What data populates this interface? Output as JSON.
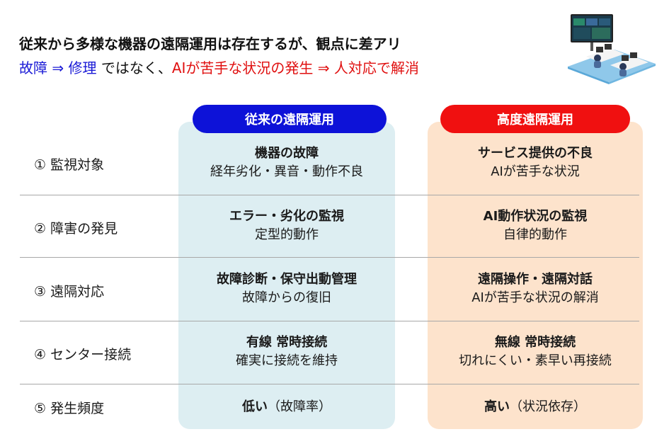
{
  "header": {
    "title_line1": "従来から多様な機器の遠隔運用は存在するが、観点に差アリ",
    "line2_a": "故障 ⇒ 修理",
    "line2_b": " ではなく、",
    "line2_c": "AIが苦手な状況の発生 ⇒ 人対応で解消"
  },
  "columns": {
    "left_title": "従来の遠隔運用",
    "right_title": "高度遠隔運用"
  },
  "rows": [
    {
      "label": "① 監視対象",
      "left_bold": "機器の故障",
      "left_sub": "経年劣化・異音・動作不良",
      "right_bold": "サービス提供の不良",
      "right_sub": "AIが苦手な状況"
    },
    {
      "label": "② 障害の発見",
      "left_bold": "エラー・劣化の監視",
      "left_sub": "定型的動作",
      "right_bold": "AI動作状況の監視",
      "right_sub": "自律的動作"
    },
    {
      "label": "③ 遠隔対応",
      "left_bold": "故障診断・保守出動管理",
      "left_sub": "故障からの復旧",
      "right_bold": "遠隔操作・遠隔対話",
      "right_sub": "AIが苦手な状況の解消"
    },
    {
      "label": "④ センター接続",
      "left_bold": "有線 常時接続",
      "left_sub": "確実に接続を維持",
      "right_bold": "無線 常時接続",
      "right_sub": "切れにくい・素早い再接続"
    },
    {
      "label": "⑤ 発生頻度",
      "left_bold": "低い",
      "left_sub": "（故障率）",
      "right_bold": "高い",
      "right_sub": "（状況依存）"
    }
  ],
  "colors": {
    "left_accent": "#0d12d8",
    "right_accent": "#f01010",
    "left_panel": "#ddeef2",
    "right_panel": "#fde3cc"
  },
  "illustration_icon": "remote-operation-center-icon"
}
